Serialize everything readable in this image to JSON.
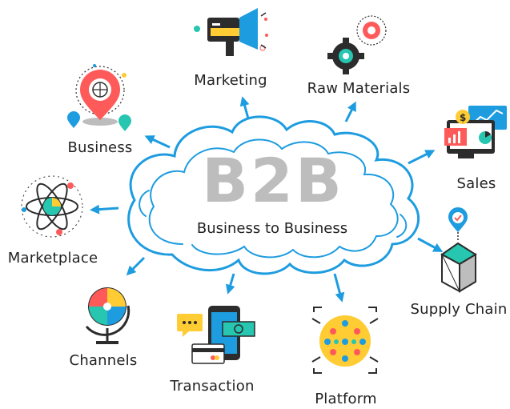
{
  "center": {
    "title": "B2B",
    "subtitle": "Business to Business"
  },
  "nodes": {
    "marketing": "Marketing",
    "raw_materials": "Raw Materials",
    "business": "Business",
    "sales": "Sales",
    "marketplace": "Marketplace",
    "supply_chain": "Supply Chain",
    "channels": "Channels",
    "transaction": "Transaction",
    "platform": "Platform"
  },
  "icons": {
    "marketing": "megaphone-icon",
    "raw_materials": "gears-icon",
    "business": "location-pin-globe-icon",
    "sales": "monitor-charts-icon",
    "marketplace": "atom-icon",
    "supply_chain": "box-pin-icon",
    "channels": "puzzle-globe-icon",
    "transaction": "phone-payment-icon",
    "platform": "circuit-icon"
  },
  "colors": {
    "cloud": "#1e9ce0",
    "arrow": "#1e9ce0",
    "title": "#bdbdbd",
    "text": "#222222"
  }
}
